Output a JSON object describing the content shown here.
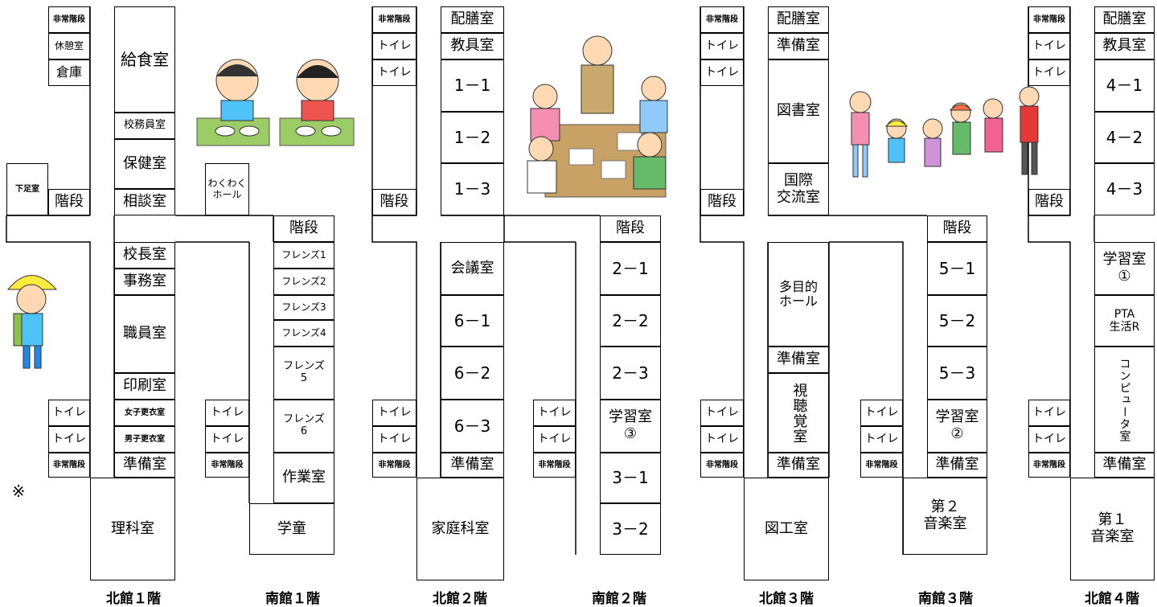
{
  "rooms": {
    "n1_hijo_top": "非常階段",
    "n1_kyukei": "休憩室",
    "n1_souko": "倉庫",
    "n1_kyushoku": "給食室",
    "n1_komuin": "校務員室",
    "n1_hoken": "保健室",
    "n1_sodan": "相談室",
    "n1_gesoku": "下足室",
    "n1_kaidan": "階段",
    "n1_wakuwaku": "わくわく\nホール",
    "n1_kocho": "校長室",
    "n1_jimu": "事務室",
    "n1_shokuin": "職員室",
    "n1_insatsu": "印刷室",
    "n1_toilet1": "トイレ",
    "n1_toilet2": "トイレ",
    "n1_joshi": "女子更衣室",
    "n1_danshi": "男子更衣室",
    "n1_hijo_bot": "非常階段",
    "n1_junbi": "準備室",
    "n1_rika": "理科室",
    "n1_kome": "※",
    "s1_kaidan": "階段",
    "s1_fr1": "フレンズ1",
    "s1_fr2": "フレンズ2",
    "s1_fr3": "フレンズ3",
    "s1_fr4": "フレンズ4",
    "s1_fr5": "フレンズ\n5",
    "s1_fr6": "フレンズ\n6",
    "s1_toilet1": "トイレ",
    "s1_toilet2": "トイレ",
    "s1_hijo": "非常階段",
    "s1_sagyo": "作業室",
    "s1_gakudo": "学童",
    "n2_hijo_top": "非常階段",
    "n2_toilet_a": "トイレ",
    "n2_toilet_b": "トイレ",
    "n2_haizen": "配膳室",
    "n2_kyogu": "教具室",
    "n2_c11": "1－1",
    "n2_c12": "1－2",
    "n2_c13": "1－3",
    "n2_kaidan": "階段",
    "n2_kaigi": "会議室",
    "n2_c61": "6－1",
    "n2_c62": "6－2",
    "n2_c63": "6－3",
    "n2_toilet1": "トイレ",
    "n2_toilet2": "トイレ",
    "n2_hijo_bot": "非常階段",
    "n2_junbi": "準備室",
    "n2_katei": "家庭科室",
    "s2_kaidan": "階段",
    "s2_c21": "2－1",
    "s2_c22": "2－2",
    "s2_c23": "2－3",
    "s2_gakushu3": "学習室\n③",
    "s2_c31": "3－1",
    "s2_c32": "3－2",
    "s2_toilet1": "トイレ",
    "s2_toilet2": "トイレ",
    "s2_hijo": "非常階段",
    "n3_hijo_top": "非常階段",
    "n3_toilet_a": "トイレ",
    "n3_toilet_b": "トイレ",
    "n3_haizen": "配膳室",
    "n3_junbi_top": "準備室",
    "n3_tosho": "図書室",
    "n3_kokusai": "国際\n交流室",
    "n3_kaidan": "階段",
    "n3_tamokuteki": "多目的\nホール",
    "n3_junbi_mid": "準備室",
    "n3_shichokaku": "視聴覚室",
    "n3_toilet1": "トイレ",
    "n3_toilet2": "トイレ",
    "n3_hijo_bot": "非常階段",
    "n3_junbi_bot": "準備室",
    "n3_zuko": "図工室",
    "s3_kaidan": "階段",
    "s3_c51": "5－1",
    "s3_c52": "5－2",
    "s3_c53": "5－3",
    "s3_gakushu2": "学習室\n②",
    "s3_junbi": "準備室",
    "s3_ongaku2": "第２\n音楽室",
    "s3_toilet1": "トイレ",
    "s3_toilet2": "トイレ",
    "s3_hijo": "非常階段",
    "n4_hijo_top": "非常階段",
    "n4_toilet_a": "トイレ",
    "n4_toilet_b": "トイレ",
    "n4_haizen": "配膳室",
    "n4_kyogu": "教具室",
    "n4_c41": "4－1",
    "n4_c42": "4－2",
    "n4_c43": "4－3",
    "n4_kaidan": "階段",
    "n4_gakushu1": "学習室\n①",
    "n4_pta": "PTA\n生活R",
    "n4_computer": "コンピュータ室",
    "n4_toilet1": "トイレ",
    "n4_toilet2": "トイレ",
    "n4_hijo_bot": "非常階段",
    "n4_junbi": "準備室",
    "n4_ongaku1": "第１\n音楽室"
  },
  "captions": {
    "north1": "北館１階",
    "south1": "南館１階",
    "north2": "北館２階",
    "south2": "南館２階",
    "north3": "北館３階",
    "south3": "南館３階",
    "north4": "北館４階"
  },
  "illustrations": {
    "eating": "children-eating-illustration",
    "class": "classroom-group-illustration",
    "walking_group": "children-walking-illustration",
    "student": "student-walking-illustration"
  }
}
